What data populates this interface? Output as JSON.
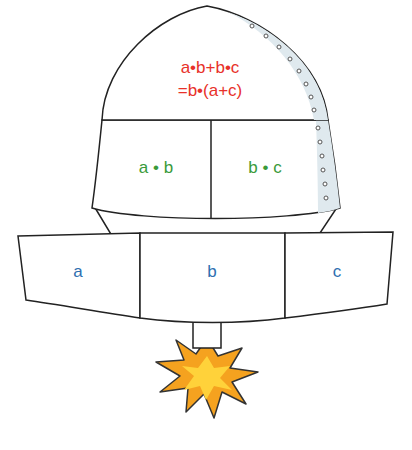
{
  "diagram": {
    "nodes": [
      {
        "text": [
          "a•b+b•c =b•(a+c)"
        ]
      },
      {
        "text": [
          "a • b"
        ]
      },
      {
        "text": [
          "b • c"
        ]
      },
      {
        "text": [
          "a"
        ]
      },
      {
        "text": [
          "b"
        ]
      },
      {
        "text": [
          "c"
        ]
      }
    ]
  }
}
